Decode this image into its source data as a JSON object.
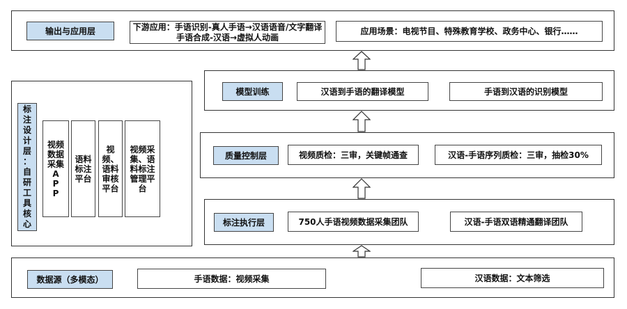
{
  "colors": {
    "label_fill": "#c9def1",
    "border": "#333333",
    "background": "#ffffff"
  },
  "output_layer": {
    "label": "输出与应用层",
    "downstream": "下游应用：手语识别-真人手语→汉语语音/文字翻译\n手语合成-汉语→虚拟人动画",
    "scenarios": "应用场景：电视节目、特殊教育学校、政务中心、银行……"
  },
  "model_training": {
    "label": "模型训练",
    "item1": "汉语到手语的翻译模型",
    "item2": "手语到汉语的识别模型"
  },
  "quality_control": {
    "label": "质量控制层",
    "item1": "视频质检：三审，关键帧通查",
    "item2": "汉语-手语序列质检：三审，抽检30%"
  },
  "annotation_exec": {
    "label": "标注执行层",
    "item1": "750人手语视频数据采集团队",
    "item2": "汉语-手语双语精通翻译团队"
  },
  "data_source": {
    "label": "数据源（多模态）",
    "item1": "手语数据：视频采集",
    "item2": "汉语数据：文本筛选"
  },
  "tool_layer": {
    "label": "标\n注\n设\n计\n层\n：\n自\n研\n工\n具\n核\n心",
    "tools": [
      "视频\n数据\n采集\nA\nP\nP",
      "语料\n标注\n平台",
      "视\n频、\n语料\n审核\n平台",
      "视频采\n集、语\n料标注\n管理平\n台"
    ]
  }
}
